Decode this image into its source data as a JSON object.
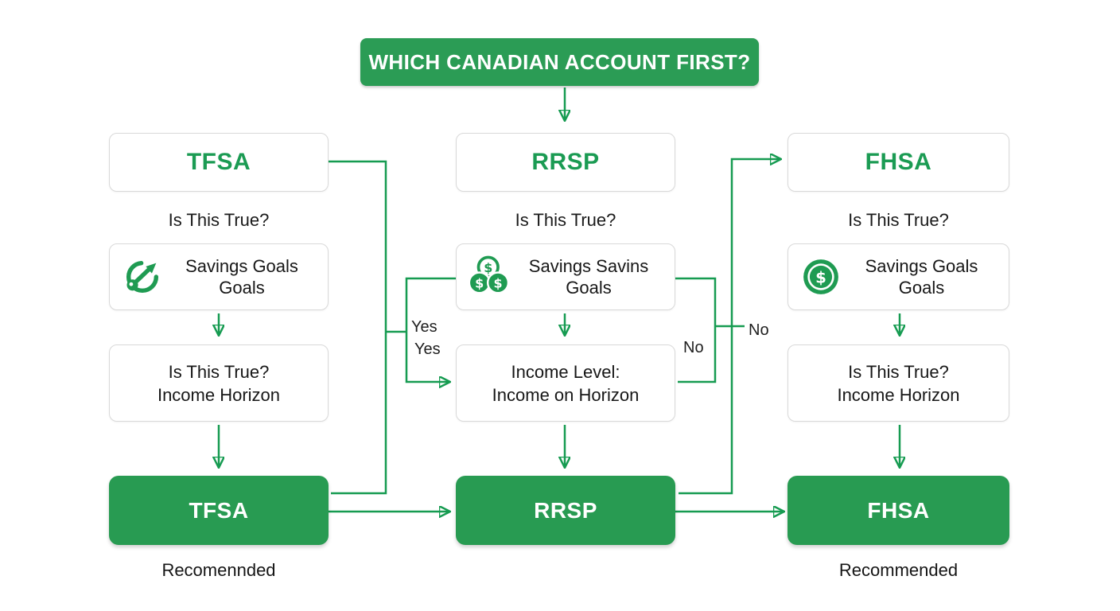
{
  "title": {
    "label": "WHICH CANADIAN ACCOUNT FIRST?"
  },
  "columns": [
    {
      "key": "tfsa",
      "header_label": "TFSA",
      "question": "Is This True?",
      "criteria": {
        "icon": "growth-trend-icon",
        "line1": "Savings Goals",
        "line2": "Goals"
      },
      "condition": {
        "line1": "Is This True?",
        "line2": "Income Horizon"
      },
      "result_label": "TFSA",
      "caption": "Recomennded"
    },
    {
      "key": "rrsp",
      "header_label": "RRSP",
      "question": "Is This True?",
      "criteria": {
        "icon": "coins-icon",
        "line1": "Savings Savins",
        "line2": "Goals"
      },
      "condition": {
        "line1": "Income Level:",
        "line2": "Income on Horizon"
      },
      "result_label": "RRSP",
      "caption": ""
    },
    {
      "key": "fhsa",
      "header_label": "FHSA",
      "question": "Is This True?",
      "criteria": {
        "icon": "dollar-coin-icon",
        "line1": "Savings Goals",
        "line2": "Goals"
      },
      "condition": {
        "line1": "Is This True?",
        "line2": "Income Horizon"
      },
      "result_label": "FHSA",
      "caption": "Recommended"
    }
  ],
  "edge_labels": {
    "yes_upper": "Yes",
    "yes_lower": "Yes",
    "no_left": "No",
    "no_right": "No"
  },
  "colors": {
    "green_fill": "#289b52",
    "green_line": "#169b51",
    "green_text": "#1b9b53",
    "box_border": "#d9d9d9",
    "body_text": "#1a1a1a"
  }
}
